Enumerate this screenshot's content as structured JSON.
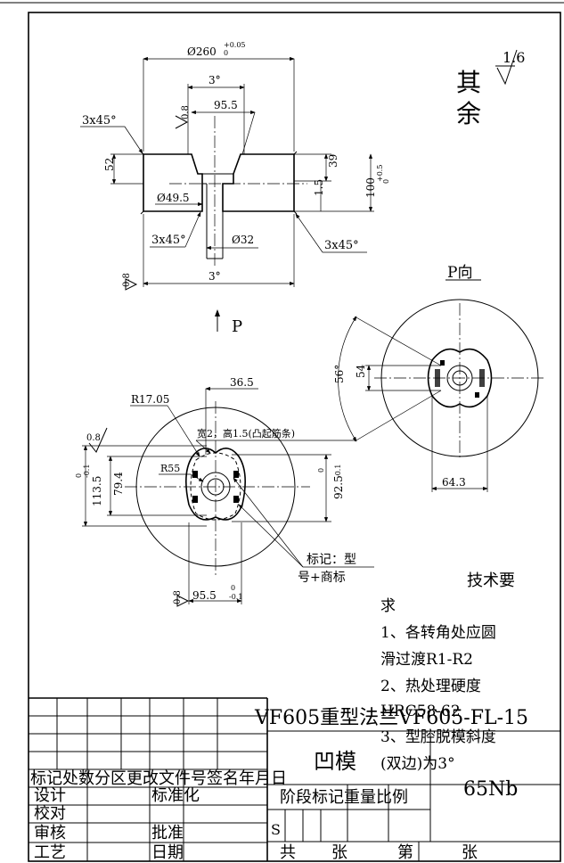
{
  "roughness": {
    "value": "1.6",
    "other": "其\n余"
  },
  "section_view": {
    "d_top": "Ø260",
    "d_top_tol_upper": "+0.05",
    "d_top_tol_lower": "0",
    "angle_top": "3°",
    "w_inner": "95.5",
    "rough_08": "0.8",
    "chamfer_tl": "3x45°",
    "h_52": "52",
    "h_39": "39",
    "h_15": "1.5",
    "h_100": "100",
    "h_100_tol_upper": "+0.5",
    "h_100_tol_lower": "0",
    "d_495": "Ø49.5",
    "chamfer_bl": "3x45°",
    "d_32": "Ø32",
    "chamfer_br": "3x45°",
    "rough_08_b": "0.8",
    "angle_bottom": "3°"
  },
  "arrow_p": "P",
  "p_view": {
    "title": "P向",
    "angle": "56°",
    "dim_54": "54",
    "dim_643": "64.3"
  },
  "front_view": {
    "r1705": "R17.05",
    "dim_365": "36.5",
    "rough_08": "0.8",
    "rib_note": "宽2，高1.5(凸起筋条)",
    "r55": "R55",
    "dim_1135": "113.5",
    "dim_1135_tol_upper": "0",
    "dim_1135_tol_lower": "-0.1",
    "dim_794": "79.4",
    "dim_925": "92.5",
    "dim_925_tol_upper": "0",
    "dim_925_tol_lower": "-0.1",
    "mark_note_1": "标记：型",
    "mark_note_2": "号+商标",
    "rough_08_b": "0.8",
    "dim_955": "95.5",
    "dim_955_tol_upper": "0",
    "dim_955_tol_lower": "-0.1"
  },
  "tech_req": {
    "title": "技术要",
    "lines": [
      "求",
      "1、各转角处应圆",
      "滑过渡R1-R2",
      "2、热处理硬度",
      "HRC58-62",
      "3、型腔脱模斜度",
      "(双边)为3°"
    ]
  },
  "title_block": {
    "drawing_no": "VF605重型法兰VF605-FL-15",
    "part_name": "凹模",
    "material": "65Nb",
    "rev_header": "标记处数分区更改文件号签名年月日",
    "design": "设计",
    "standard": "标准化",
    "check": "校对",
    "review": "审核",
    "approve": "批准",
    "process": "工艺",
    "date": "日期",
    "stage_header": "阶段标记重量比例",
    "stage_s": "S",
    "total": "共",
    "sheets": "张",
    "no": "第",
    "sheet2": "张"
  }
}
